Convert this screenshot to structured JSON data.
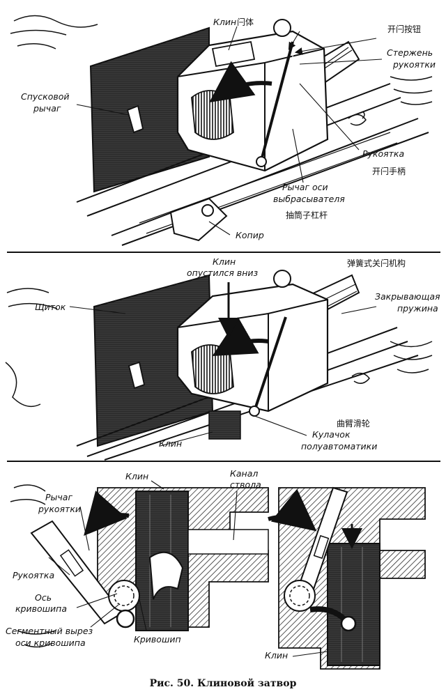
{
  "panel1": {
    "labels": {
      "wedge": "Клин",
      "wedge_cn": "闩体",
      "trigger_lever_1": "Спусковой",
      "trigger_lever_2": "рычаг",
      "open_button_cn": "开闩按钮",
      "handle_rod_1": "Стержень",
      "handle_rod_2": "рукоятки",
      "handle": "Рукоятка",
      "handle_cn": "开闩手柄",
      "ejector_lever_1": "Рычаг оси",
      "ejector_lever_2": "выбрасывателя",
      "ejector_lever_cn": "抽筒子杠杆",
      "copier": "Копир"
    }
  },
  "panel2": {
    "labels": {
      "wedge_down_1": "Клин",
      "wedge_down_2": "опустился вниз",
      "spring_mech_cn": "弹簧式关闩机构",
      "shield": "Щиток",
      "closing_spring_1": "Закрывающая",
      "closing_spring_2": "пружина",
      "crank_roller_cn": "曲臂滑轮",
      "wedge": "Клин",
      "cam_1": "Кулачок",
      "cam_2": "полуавтоматики"
    }
  },
  "panel3": {
    "labels": {
      "wedge_top": "Клин",
      "bore_1": "Канал",
      "bore_2": "ствола",
      "handle_lever_1": "Рычаг",
      "handle_lever_2": "рукоятки",
      "handle": "Рукоятка",
      "crank_axis_1": "Ось",
      "crank_axis_2": "кривошипа",
      "segment_cut_1": "Сегментный вырез",
      "segment_cut_2": "оси кривошипа",
      "crank": "Кривошип",
      "wedge_bottom": "Клин"
    }
  },
  "caption": "Рис. 50. Клиновой затвор"
}
